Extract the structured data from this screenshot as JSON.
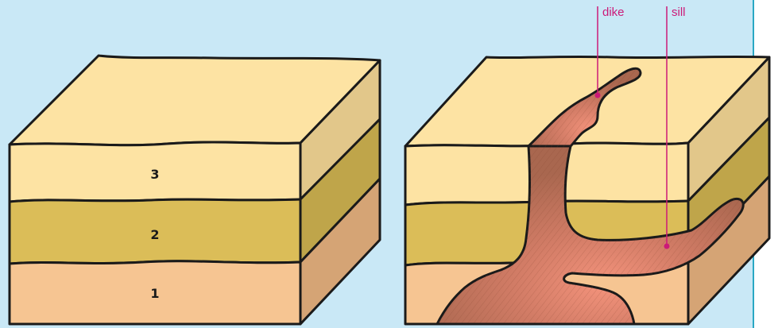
{
  "colors": {
    "background": "#c9e8f6",
    "border": "#2aa8c4",
    "layer_top": "#fde3a3",
    "layer_top_side": "#e2c78a",
    "layer_middle": "#dbbd58",
    "layer_middle_side": "#bfa54a",
    "layer_bottom": "#f6c592",
    "layer_bottom_side": "#d5a475",
    "intrusion": "#b0705a",
    "intrusion_glow": "#f3907a",
    "outline": "#1a1a1a",
    "callout": "#cc1a78"
  },
  "left_block": {
    "layers": [
      {
        "label": "3"
      },
      {
        "label": "2"
      },
      {
        "label": "1"
      }
    ]
  },
  "right_block": {
    "callouts": [
      {
        "label": "dike"
      },
      {
        "label": "sill"
      }
    ]
  }
}
